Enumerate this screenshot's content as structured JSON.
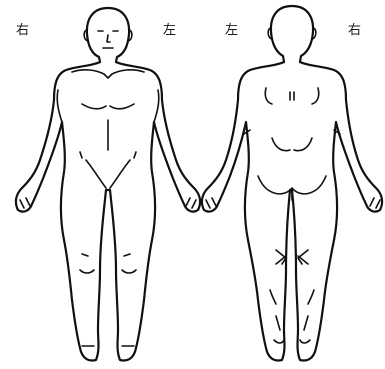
{
  "labels": {
    "front_right": "右",
    "front_left": "左",
    "back_left": "左",
    "back_right": "右"
  }
}
